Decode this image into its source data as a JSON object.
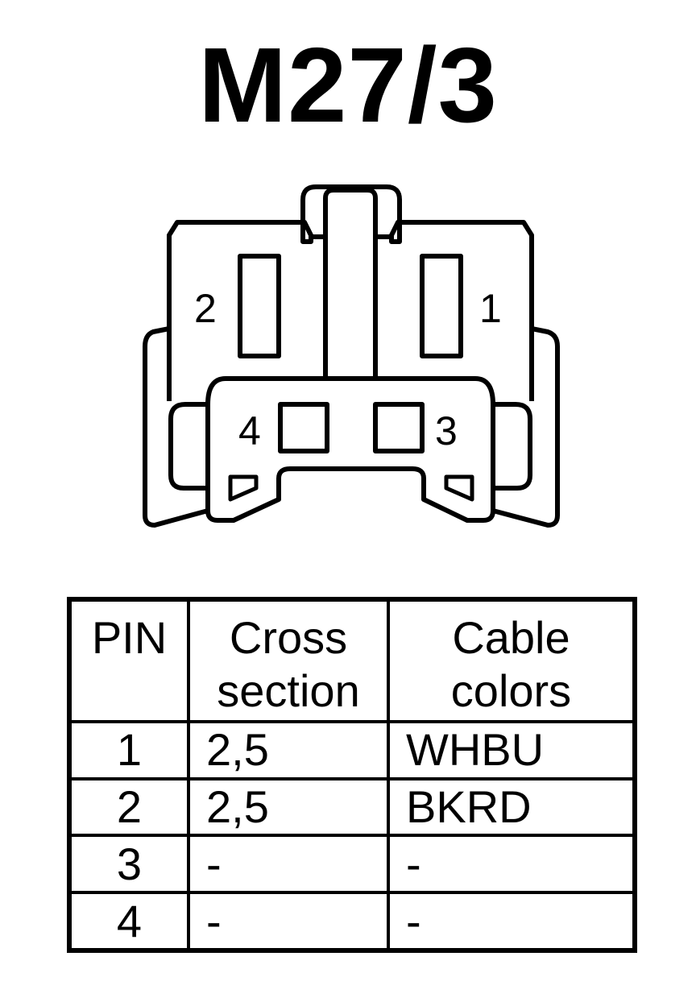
{
  "title": "M27/3",
  "connector": {
    "pin_labels": [
      "1",
      "2",
      "3",
      "4"
    ]
  },
  "table": {
    "headers": {
      "pin": "PIN",
      "cross_line1": "Cross",
      "cross_line2": "section",
      "cable_line1": "Cable",
      "cable_line2": "colors"
    },
    "rows": [
      {
        "pin": "1",
        "cross": "2,5",
        "color": "WHBU"
      },
      {
        "pin": "2",
        "cross": "2,5",
        "color": "BKRD"
      },
      {
        "pin": "3",
        "cross": "-",
        "color": "-"
      },
      {
        "pin": "4",
        "cross": "-",
        "color": "-"
      }
    ]
  }
}
